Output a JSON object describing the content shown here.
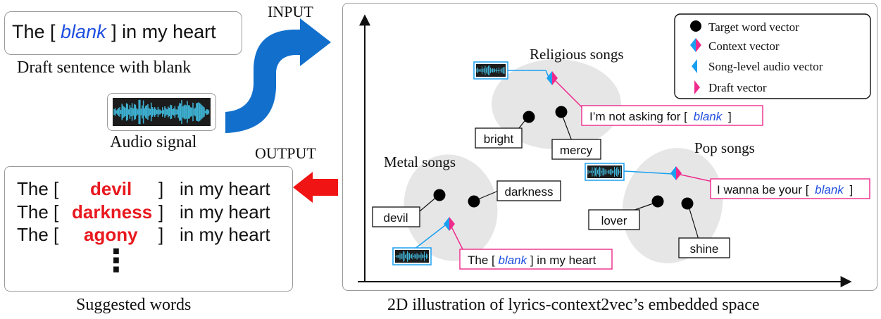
{
  "draft_sentence": {
    "prefix": "The [",
    "blank": "blank",
    "suffix": "] in my heart"
  },
  "draft_caption": "Draft sentence with blank",
  "audio_caption": "Audio signal",
  "input_label": "INPUT",
  "output_label": "OUTPUT",
  "suggestions": {
    "rows": [
      {
        "prefix": "The [",
        "word": "devil",
        "suffix": "]",
        "tail": "in my heart"
      },
      {
        "prefix": "The [",
        "word": "darkness",
        "suffix": "]",
        "tail": "in my heart"
      },
      {
        "prefix": "The [",
        "word": "agony",
        "suffix": "]",
        "tail": "in my heart"
      }
    ],
    "ellipsis": "⋮",
    "caption": "Suggested words"
  },
  "embedding": {
    "caption": "2D illustration of lyrics-context2vec’s embedded space",
    "legend": {
      "target": "Target word vector",
      "context": "Context vector",
      "song_audio": "Song-level audio vector",
      "draft": "Draft vector"
    },
    "clusters": {
      "religious": {
        "title": "Religious songs",
        "words": [
          "bright",
          "mercy"
        ],
        "context_prefix": "I’m not asking for [",
        "context_blank": "blank",
        "context_suffix": "]"
      },
      "metal": {
        "title": "Metal songs",
        "words": [
          "devil",
          "darkness"
        ],
        "context_prefix": "The [",
        "context_blank": "blank",
        "context_suffix": "]  in my heart"
      },
      "pop": {
        "title": "Pop songs",
        "words": [
          "lover",
          "shine"
        ],
        "context_prefix": "I wanna be your [",
        "context_blank": "blank",
        "context_suffix": "]"
      }
    }
  },
  "colors": {
    "blue_arrow": "#1270cc",
    "red_arrow": "#f01414",
    "context_blue": "#1aa0f0",
    "draft_pink": "#ee2a8c",
    "blank_blue": "#1f4fe0",
    "suggest_red": "#e8191f",
    "cluster_gray": "#e6e6e6"
  }
}
